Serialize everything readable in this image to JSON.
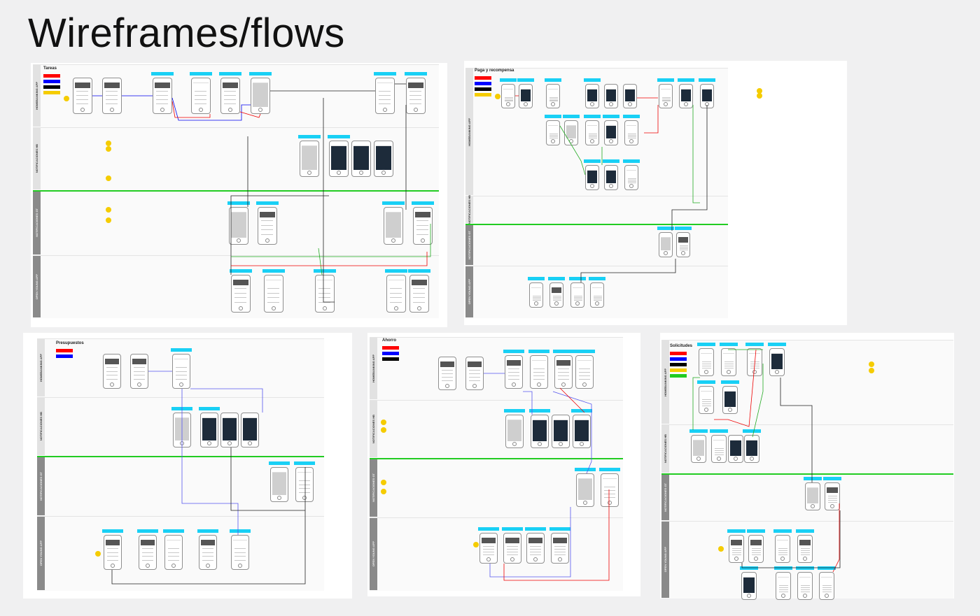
{
  "page_title": "Wireframes/flows",
  "panels": [
    {
      "title": "Tareas"
    },
    {
      "title": "Paga y recompensa"
    },
    {
      "title": "Presupuestos"
    },
    {
      "title": "Ahorro"
    },
    {
      "title": "Solicitudes"
    }
  ],
  "lanes": [
    "HOMEBANKING APP",
    "NOTIFICACIONES HB",
    "NOTIFICACIONES GT",
    "OPEN YOUNG APP"
  ],
  "colors": {
    "accent_tag": "#19d0f5",
    "separator": "#22cc22",
    "legend": [
      "#ff0000",
      "#0000ff",
      "#000000",
      "#f5cc00",
      "#22cc22",
      "#444444"
    ]
  }
}
